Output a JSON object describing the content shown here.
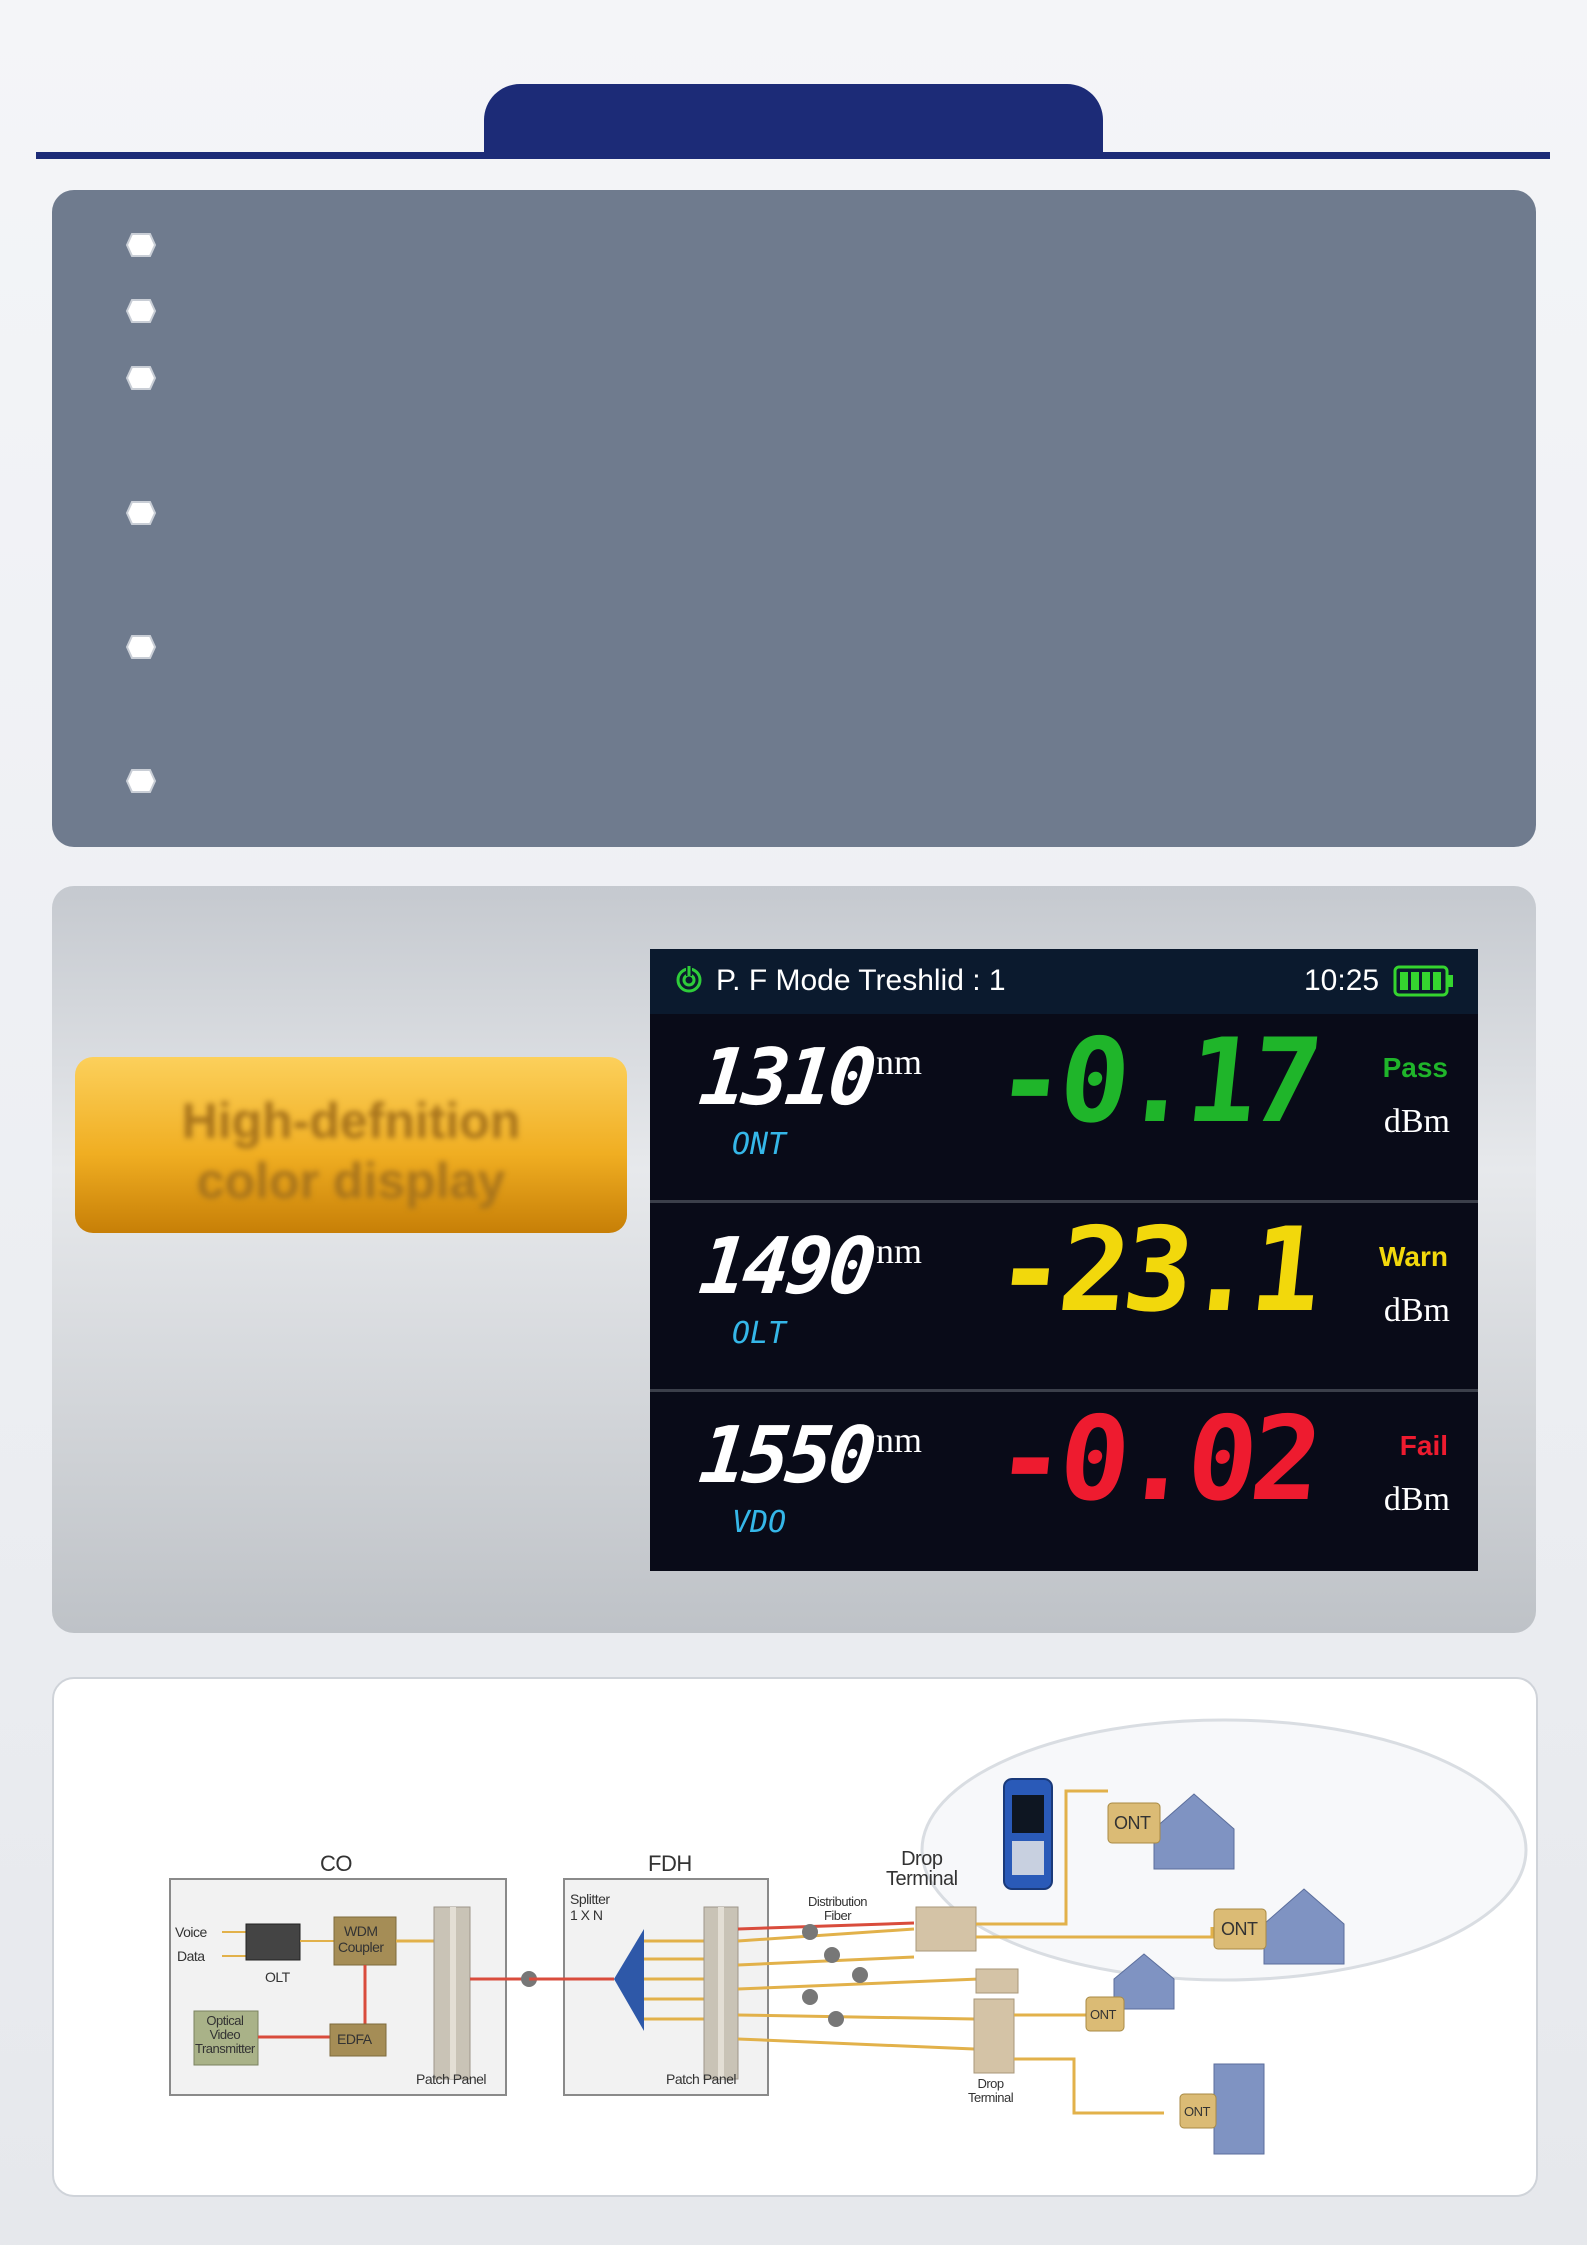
{
  "header": {
    "title": ""
  },
  "features": {
    "bullets": 6
  },
  "display_badge": {
    "label": "High-defnition\ncolor display"
  },
  "screen": {
    "mode_label": "P. F Mode Treshlid : 1",
    "time": "10:25",
    "rows": [
      {
        "wavelength": "1310",
        "unit_nm": "nm",
        "source": "ONT",
        "value": "-0.17",
        "status": "Pass",
        "status_color": "#1fb52a",
        "unit": "dBm"
      },
      {
        "wavelength": "1490",
        "unit_nm": "nm",
        "source": "OLT",
        "value": "-23.1",
        "status": "Warn",
        "status_color": "#f2d80c",
        "unit": "dBm"
      },
      {
        "wavelength": "1550",
        "unit_nm": "nm",
        "source": "VDO",
        "value": "-0.02",
        "status": "Fail",
        "status_color": "#ee1b2f",
        "unit": "dBm"
      }
    ]
  },
  "network": {
    "co_title": "CO",
    "fdh_title": "FDH",
    "voice": "Voice",
    "data": "Data",
    "olt": "OLT",
    "wdm": "WDM\nCoupler",
    "optical_video": "Optical\nVideo\nTransmitter",
    "edfa": "EDFA",
    "patch_panel_co": "Patch Panel",
    "splitter": "Splitter\n1 X N",
    "patch_panel_fdh": "Patch Panel",
    "distribution_fiber": "Distribution\nFiber",
    "drop_terminal_top": "Drop\nTerminal",
    "drop_terminal_bottom": "Drop\nTerminal",
    "ont_labels": [
      "ONT",
      "ONT",
      "ONT",
      "ONT"
    ]
  }
}
